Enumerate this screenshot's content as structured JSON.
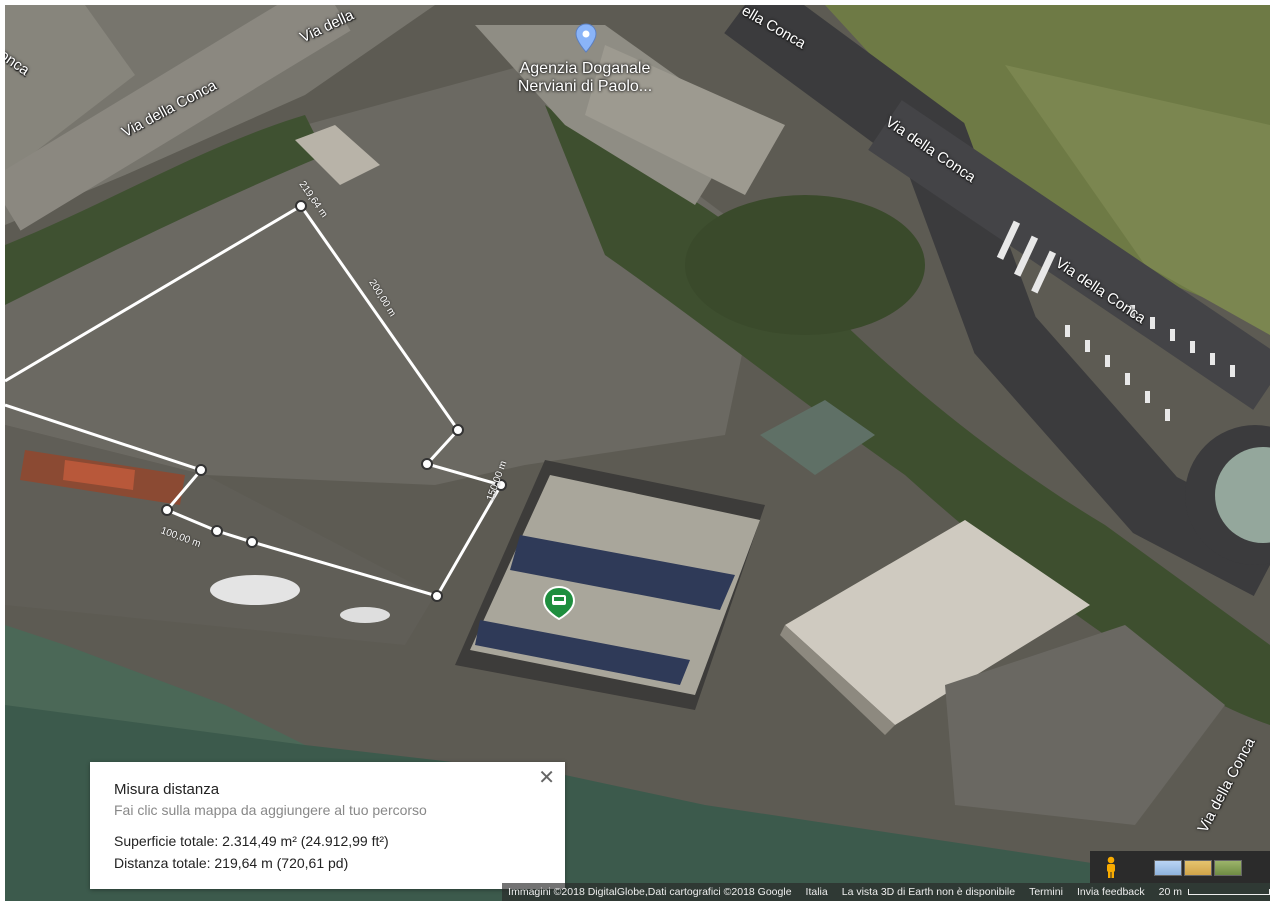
{
  "poi": {
    "name": "Agenzia Doganale\nNerviani di Paolo..."
  },
  "roads": {
    "via_conca_label": "Via della Conca",
    "via_conca_top_left": "Via della",
    "via_conca_corner": "onca",
    "via_conca_top_right": "ella Conca"
  },
  "segments": {
    "top": "219,64 m",
    "diag": "200,00 m",
    "bottom_left": "100,00 m",
    "bottom_right": "150,00 m"
  },
  "panel": {
    "title": "Misura distanza",
    "hint": "Fai clic sulla mappa da aggiungere al tuo percorso",
    "area": "Superficie totale: 2.314,49 m² (24.912,99 ft²)",
    "distance": "Distanza totale: 219,64 m (720,61 pd)",
    "close_glyph": "✕"
  },
  "footer": {
    "imagery": "Immagini ©2018 DigitalGlobe,Dati cartografici ©2018 Google",
    "country": "Italia",
    "no3d": "La vista 3D di Earth non è disponibile",
    "terms": "Termini",
    "feedback": "Invia feedback",
    "scale": "20 m"
  },
  "colors": {
    "measure_line": "#ffffff",
    "pin_blue": "#8ab4f8",
    "pin_green": "#1e8e3e",
    "water": "#3c5a4c"
  }
}
